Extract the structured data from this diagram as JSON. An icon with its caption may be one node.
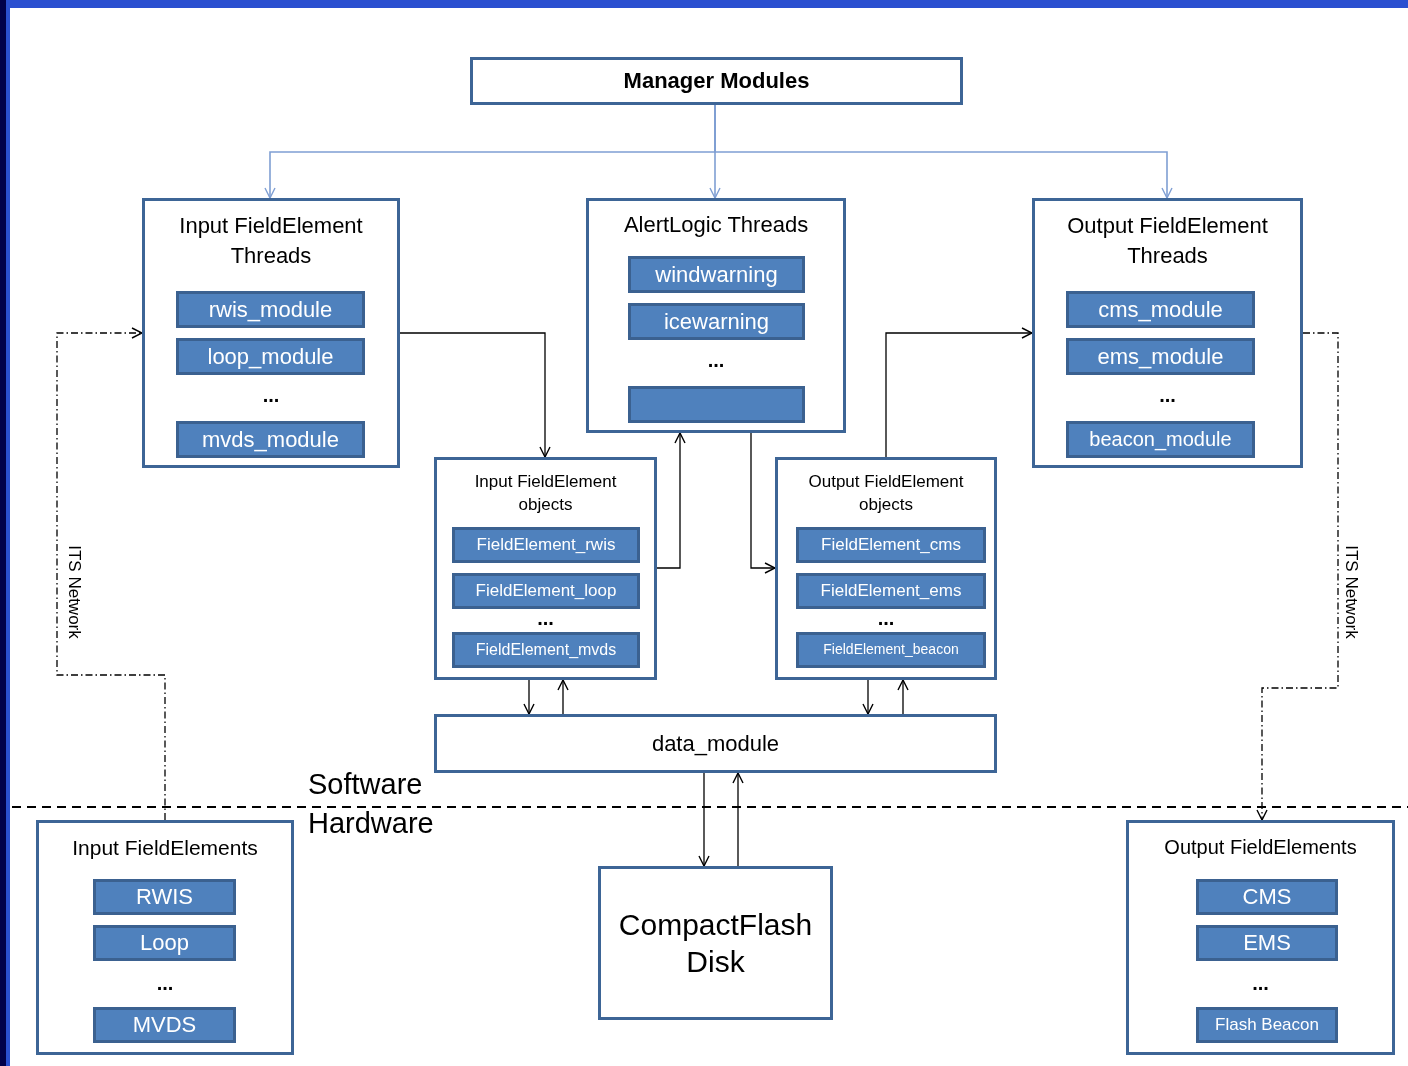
{
  "diagram": {
    "nodes": [
      {
        "text": [
          "Manager Modules"
        ]
      },
      {
        "text": [
          "Input FieldElement Threads",
          "..."
        ]
      },
      {
        "text": [
          "rwis_module"
        ],
        "in": 1
      },
      {
        "text": [
          "loop_module"
        ],
        "in": 1
      },
      {
        "text": [
          "mvds_module"
        ],
        "in": 1
      },
      {
        "text": [
          "AlertLogic Threads",
          "..."
        ]
      },
      {
        "text": [
          "windwarning"
        ],
        "in": 5
      },
      {
        "text": [
          "icewarning"
        ],
        "in": 5
      },
      {
        "text": [],
        "shape": "bar",
        "in": 5
      },
      {
        "text": [
          "Output FieldElement Threads",
          "..."
        ]
      },
      {
        "text": [
          "cms_module"
        ],
        "in": 9
      },
      {
        "text": [
          "ems_module"
        ],
        "in": 9
      },
      {
        "text": [
          "beacon_module"
        ],
        "in": 9
      },
      {
        "text": [
          "Input FieldElement objects",
          "..."
        ]
      },
      {
        "text": [
          "FieldElement_rwis"
        ],
        "in": 13
      },
      {
        "text": [
          "FieldElement_loop"
        ],
        "in": 13
      },
      {
        "text": [
          "FieldElement_mvds"
        ],
        "in": 13
      },
      {
        "text": [
          "Output FieldElement objects",
          "..."
        ]
      },
      {
        "text": [
          "FieldElement_cms"
        ],
        "in": 17
      },
      {
        "text": [
          "FieldElement_ems"
        ],
        "in": 17
      },
      {
        "text": [
          "FieldElement_beacon"
        ],
        "in": 17
      },
      {
        "text": [
          "data_module"
        ]
      },
      {
        "text": [
          "Input FieldElements",
          "..."
        ]
      },
      {
        "text": [
          "RWIS"
        ],
        "in": 22
      },
      {
        "text": [
          "Loop"
        ],
        "in": 22
      },
      {
        "text": [
          "MVDS"
        ],
        "in": 22
      },
      {
        "text": [
          "CompactFlash Disk"
        ]
      },
      {
        "text": [
          "Output FieldElements",
          "..."
        ]
      },
      {
        "text": [
          "CMS"
        ],
        "in": 27
      },
      {
        "text": [
          "EMS"
        ],
        "in": 27
      },
      {
        "text": [
          "Flash Beacon"
        ],
        "in": 27
      }
    ],
    "edges": [
      {
        "from": 0,
        "to": 1,
        "arrow": "to",
        "color": "#7f9fd3"
      },
      {
        "from": 0,
        "to": 5,
        "arrow": "to",
        "color": "#7f9fd3"
      },
      {
        "from": 0,
        "to": 9,
        "arrow": "to",
        "color": "#7f9fd3"
      },
      {
        "from": 1,
        "to": 13,
        "arrow": "to"
      },
      {
        "from": 13,
        "to": 5,
        "arrow": "to"
      },
      {
        "from": 5,
        "to": 17,
        "arrow": "to"
      },
      {
        "from": 17,
        "to": 9,
        "arrow": "to"
      },
      {
        "from": 13,
        "to": 21,
        "arrow": "to"
      },
      {
        "from": 21,
        "to": 13,
        "arrow": "to"
      },
      {
        "from": 17,
        "to": 21,
        "arrow": "to"
      },
      {
        "from": 21,
        "to": 17,
        "arrow": "to"
      },
      {
        "from": 21,
        "to": 26,
        "arrow": "to"
      },
      {
        "from": 26,
        "to": 21,
        "arrow": "to"
      },
      {
        "from": 22,
        "to": 1,
        "arrow": "to",
        "style": "dashed",
        "label": "ITS Network"
      },
      {
        "from": 9,
        "to": 27,
        "arrow": "to",
        "style": "dashed",
        "label": "ITS Network"
      }
    ],
    "labels": [
      "Software",
      "Hardware"
    ]
  }
}
